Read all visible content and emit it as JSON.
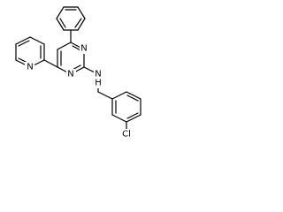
{
  "molecule": {
    "atoms": {
      "n_pyrimidine_1": "N",
      "n_pyrimidine_3": "N",
      "n_pyridine": "N",
      "n_amine": "N",
      "h_amine": "H",
      "chlorine": "Cl"
    },
    "colors": {
      "bond": "#000000",
      "label": "#000000",
      "background": "#ffffff"
    }
  }
}
